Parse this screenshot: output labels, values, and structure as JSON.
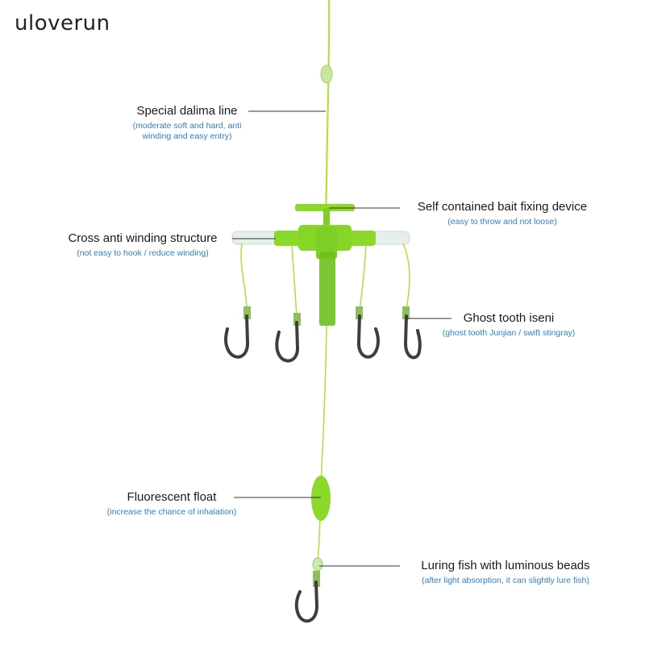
{
  "brand": {
    "name": "uloverun"
  },
  "colors": {
    "line": "#b7dc47",
    "device": "#8ad92b",
    "device_dark": "#6fbf1e",
    "tube": "#e6efe9",
    "hook": "#3a3f44",
    "leader_line": "#333333",
    "subtitle": "#2f7fc4"
  },
  "labels": {
    "dalima_line": {
      "title": "Special dalima line",
      "sub1": "(moderate soft and hard, anti",
      "sub2": "winding and easy entry)"
    },
    "bait_device": {
      "title": "Self contained bait fixing device",
      "sub": "(easy to throw and not loose)"
    },
    "cross_anti": {
      "title": "Cross anti winding structure",
      "sub": "(not easy to hook / reduce winding)"
    },
    "ghost_tooth": {
      "title": "Ghost tooth iseni",
      "sub": "(ghost tooth Junjian / swift stingray)"
    },
    "float": {
      "title": "Fluorescent float",
      "sub": "(increase the chance of inhalation)"
    },
    "luring": {
      "title": "Luring fish with luminous beads",
      "sub": "(after light absorption, it can slightly lure fish)"
    }
  }
}
